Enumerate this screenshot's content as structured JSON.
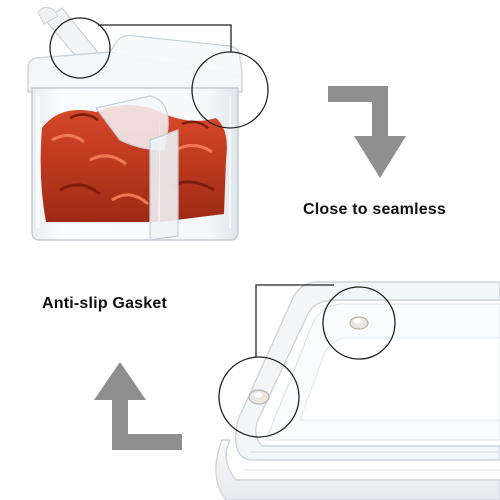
{
  "captions": {
    "close_to_seamless": "Close to seamless",
    "anti_slip_gasket": "Anti-slip Gasket"
  },
  "colors": {
    "arrow": "#8f8f8f",
    "callout_line": "#222222",
    "chili": "#c0391b",
    "container_edge": "#cfd6dc"
  },
  "icons": {
    "arrow_top": "turn-down-arrow",
    "arrow_bottom": "turn-up-left-arrow"
  }
}
